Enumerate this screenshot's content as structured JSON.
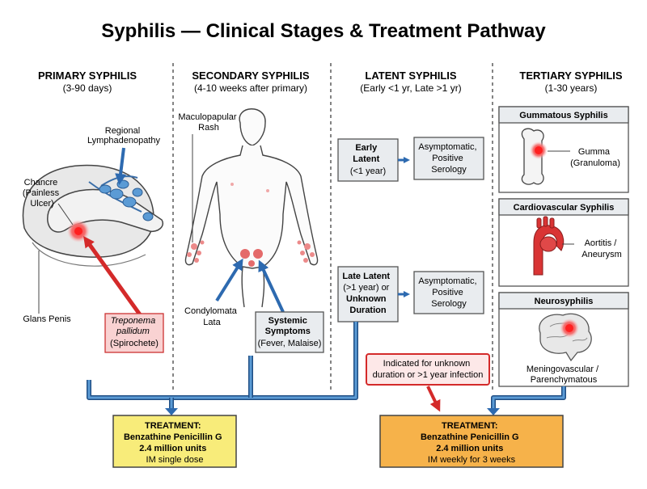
{
  "title": "Syphilis — Clinical Stages & Treatment Pathway",
  "columns": {
    "primary": {
      "title": "PRIMARY SYPHILIS",
      "subtitle": "(3-90 days)"
    },
    "secondary": {
      "title": "SECONDARY SYPHILIS",
      "subtitle": "(4-10 weeks after primary)"
    },
    "latent": {
      "title": "LATENT SYPHILIS",
      "subtitle": "(Early <1 yr, Late >1 yr)"
    },
    "tertiary": {
      "title": "TERTIARY SYPHILIS",
      "subtitle": "(1-30 years)"
    }
  },
  "primary": {
    "regional": [
      "Regional",
      "Lymphadenopathy"
    ],
    "chancre": [
      "Chancre",
      "(Painless",
      "Ulcer)"
    ],
    "glans": "Glans Penis",
    "organism": [
      "Treponema",
      "pallidum",
      "(Spirochete)"
    ]
  },
  "secondary": {
    "rash": [
      "Maculopapular",
      "Rash"
    ],
    "condylomata": [
      "Condylomata",
      "Lata"
    ],
    "systemic": [
      "Systemic",
      "Symptoms",
      "(Fever, Malaise)"
    ]
  },
  "latent": {
    "early": [
      "Early",
      "Latent",
      "(<1 year)"
    ],
    "early_result": [
      "Asymptomatic,",
      "Positive",
      "Serology"
    ],
    "late": [
      "Late Latent",
      "(>1 year) or",
      "Unknown",
      "Duration"
    ],
    "late_result": [
      "Asymptomatic,",
      "Positive",
      "Serology"
    ]
  },
  "tertiary": {
    "gummatous": {
      "title": "Gummatous Syphilis",
      "label": [
        "Gumma",
        "(Granuloma)"
      ]
    },
    "cardio": {
      "title": "Cardiovascular Syphilis",
      "label": [
        "Aortitis /",
        "Aneurysm"
      ]
    },
    "neuro": {
      "title": "Neurosyphilis",
      "label": [
        "Meningovascular /",
        "Parenchymatous"
      ]
    }
  },
  "indication": [
    "Indicated for unknown",
    "duration or >1 year infection"
  ],
  "treatment_left": [
    "TREATMENT:",
    "Benzathine Penicillin G",
    "2.4 million units",
    "IM single dose"
  ],
  "treatment_right": [
    "TREATMENT:",
    "Benzathine Penicillin G",
    "2.4 million units",
    "IM weekly for 3 weeks"
  ],
  "colors": {
    "blue_arrow": "#2d6ab0",
    "red_arrow": "#d42a2a",
    "yellow_box": "#f8ec7a",
    "orange_box": "#f6b24a",
    "gray_box": "#e9ecef",
    "pink_box": "#f9d2d2"
  }
}
